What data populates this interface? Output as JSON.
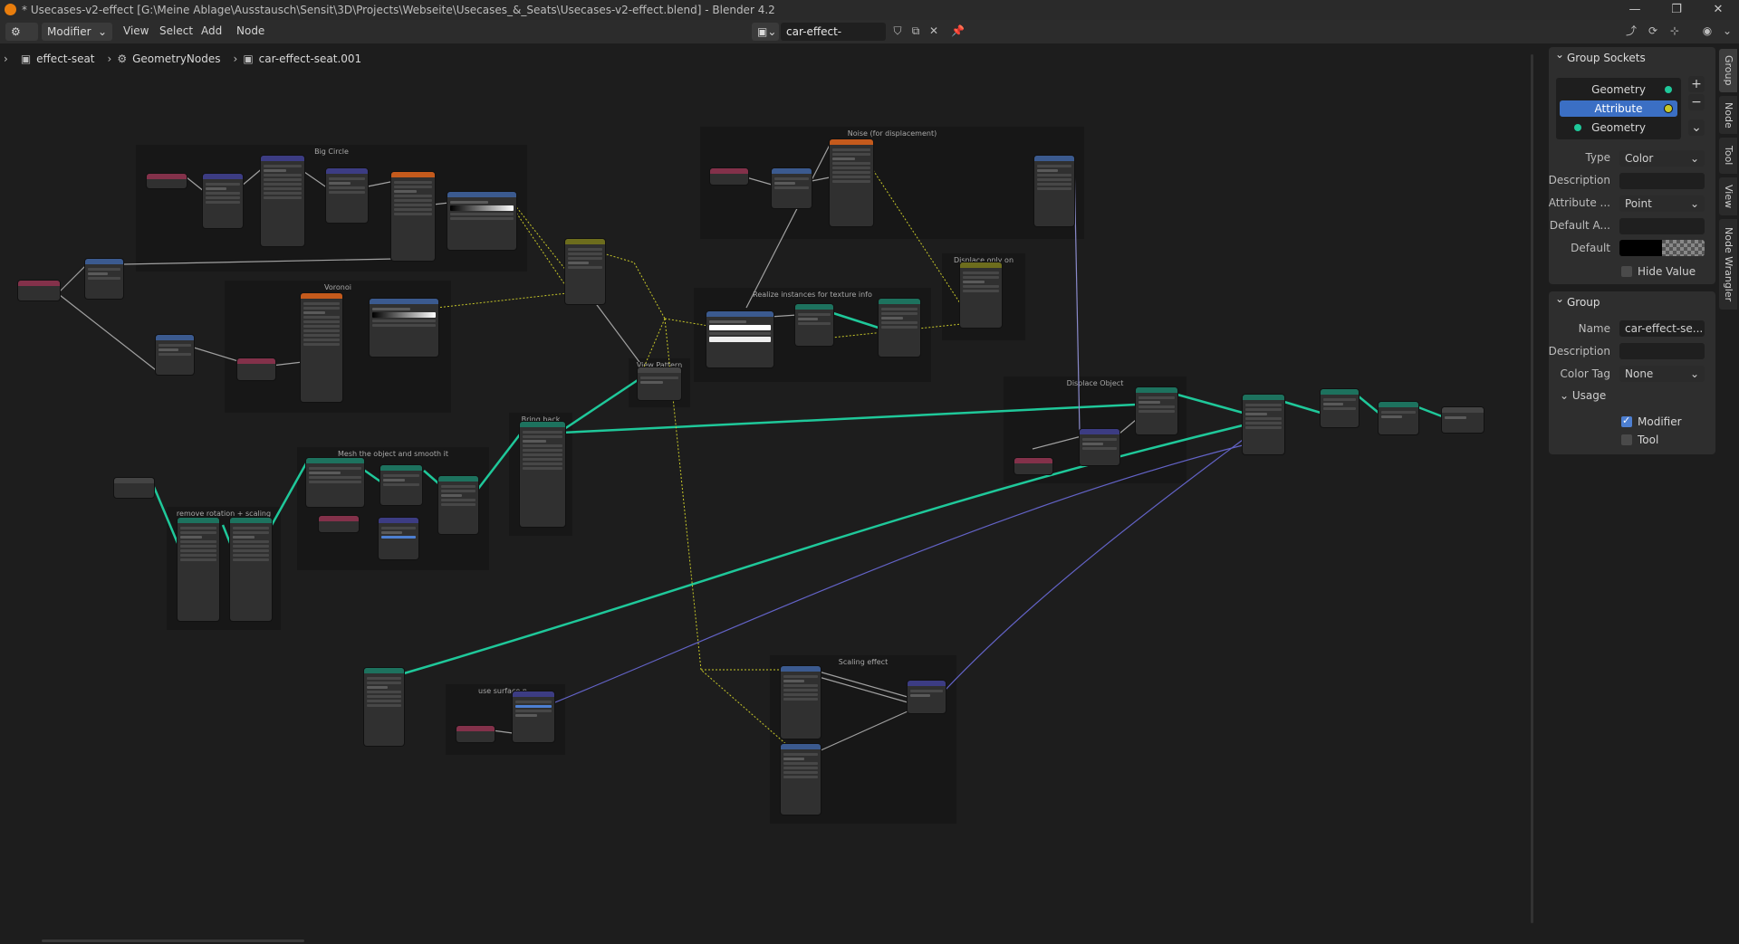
{
  "window": {
    "title": "* Usecases-v2-effect [G:\\Meine Ablage\\Ausstausch\\Sensit\\3D\\Projects\\Webseite\\Usecases_&_Seats\\Usecases-v2-effect.blend] - Blender 4.2",
    "minimize": "—",
    "maximize": "❐",
    "close": "✕"
  },
  "menubar": {
    "editor_mode": "Modifier",
    "menus": [
      "View",
      "Select",
      "Add",
      "Node"
    ],
    "node_tree_name": "car-effect-seat.001"
  },
  "breadcrumb": {
    "object": "effect-seat",
    "modifier": "GeometryNodes",
    "node_tree": "car-effect-seat.001"
  },
  "frames": {
    "big_circle": "Big Circle",
    "voronoi": "Voronoi",
    "noise": "Noise (for displacement)",
    "realize": "Realize instances for texture info",
    "displace_pattern": "Displace only on pattern",
    "view_pattern": "View Pattern",
    "bring_back": "Bring back Rotation",
    "mesh_smooth": "Mesh the object and smooth it",
    "remove_rotation": "remove rotation + scaling",
    "displace_object": "Displace Object",
    "use_surface": "use surface n",
    "scaling_effect": "Scaling effect"
  },
  "group_sockets": {
    "header": "Group Sockets",
    "items": [
      {
        "label": "Geometry"
      },
      {
        "label": "Attribute"
      },
      {
        "label": "Geometry"
      }
    ],
    "add": "+",
    "remove": "−",
    "more": "⌄",
    "type_label": "Type",
    "type_value": "Color",
    "description_label": "Description",
    "description_value": "",
    "attribute_label": "Attribute ...",
    "attribute_value": "Point",
    "default_a_label": "Default A...",
    "default_a_value": "",
    "default_label": "Default",
    "hide_value_label": "Hide Value"
  },
  "group": {
    "header": "Group",
    "name_label": "Name",
    "name_value": "car-effect-se...",
    "description_label": "Description",
    "description_value": "",
    "color_tag_label": "Color Tag",
    "color_tag_value": "None",
    "usage_label": "Usage",
    "modifier_label": "Modifier",
    "tool_label": "Tool"
  },
  "side_tabs": [
    "Group",
    "Node",
    "Tool",
    "View",
    "Node Wrangler"
  ],
  "colors": {
    "geometry_wire": "#1fc89a",
    "color_wire": "#c7c729",
    "vector_wire": "#6363c7",
    "float_wire": "#a1a1a1",
    "accent": "#3b6fc4"
  }
}
